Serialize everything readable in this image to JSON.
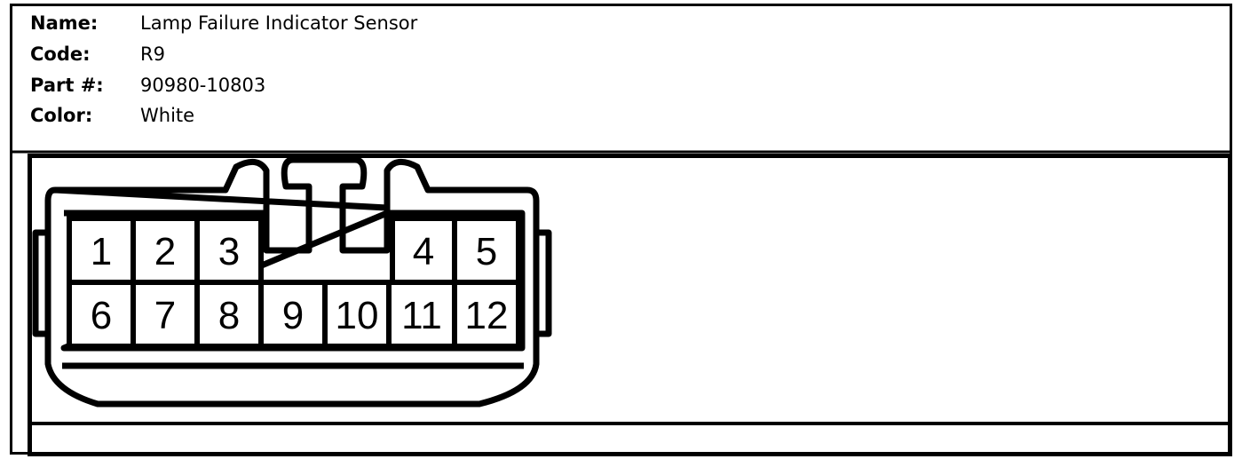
{
  "connector": {
    "name_label": "Name:",
    "name": "Lamp Failure Indicator Sensor",
    "code_label": "Code:",
    "code": "R9",
    "part_label": "Part #:",
    "part_number": "90980-10803",
    "color_label": "Color:",
    "color": "White"
  },
  "pins": [
    "1",
    "2",
    "3",
    "4",
    "5",
    "6",
    "7",
    "8",
    "9",
    "10",
    "11",
    "12"
  ]
}
